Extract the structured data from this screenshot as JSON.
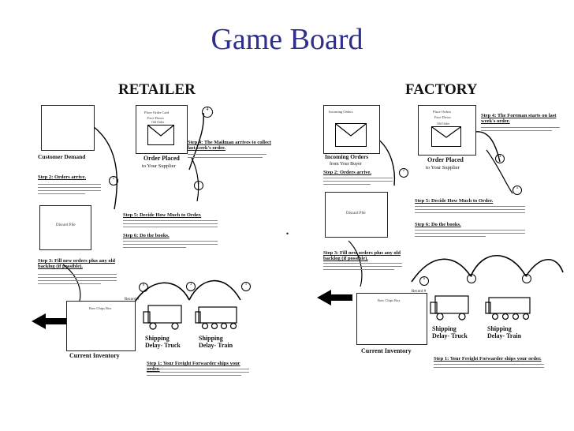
{
  "slide": {
    "title": "Game Board",
    "ellipsis": "..."
  },
  "retailer": {
    "header": "RETAILER",
    "customer_demand": "Customer Demand",
    "order_card_top": "Place Order Card",
    "order_card_mid": "Face Down",
    "old_order": "Old Order",
    "order_placed": "Order Placed",
    "to_supplier": "to Your Supplier",
    "step4": "Step 4: The Mailman arrives to collect last week's order.",
    "step2": "Step 2: Orders arrive.",
    "discard": "Discard Pile",
    "step5": "Step 5: Decide How Much to Order.",
    "step6": "Step 6: Do the books.",
    "step3": "Step 3: Fill new orders plus any old backlog (if possible).",
    "record": "Record #",
    "raw_chips": "Raw Chips Box",
    "shipping_truck": "Shipping Delay- Truck",
    "shipping_train": "Shipping Delay- Train",
    "step1": "Step 1: Your Freight Forwarder ships your order.",
    "current_inventory": "Current Inventory",
    "num_4": "4",
    "num_2": "2",
    "num_5": "5",
    "num_6": "6",
    "num_3": "3",
    "num_1": "1"
  },
  "factory": {
    "header": "FACTORY",
    "incoming_orders_card": "Incoming Orders",
    "order_card_top": "Place Orders",
    "order_card_mid": "Face Down",
    "old_order": "Old Order",
    "incoming_orders": "Incoming Orders",
    "from_buyer": "from Your Buyer",
    "order_placed": "Order Placed",
    "to_supplier": "to Your Supplier",
    "step4": "Step 4: The Foreman starts on last week's order.",
    "step2": "Step 2: Orders arrive.",
    "discard": "Discard Pile",
    "step5": "Step 5: Decide How Much to Order.",
    "step6": "Step 6: Do the books.",
    "step3": "Step 3: Fill new orders plus any old backlog (if possible).",
    "record": "Record #",
    "raw_chips": "Raw Chips Box",
    "shipping_truck": "Shipping Delay- Truck",
    "shipping_train": "Shipping Delay- Train",
    "step1": "Step 1: Your Freight Forwarder ships your order.",
    "current_inventory": "Current Inventory",
    "num_4": "4",
    "num_2": "2",
    "num_5": "5",
    "num_6": "6",
    "num_3": "3",
    "num_1": "1"
  }
}
